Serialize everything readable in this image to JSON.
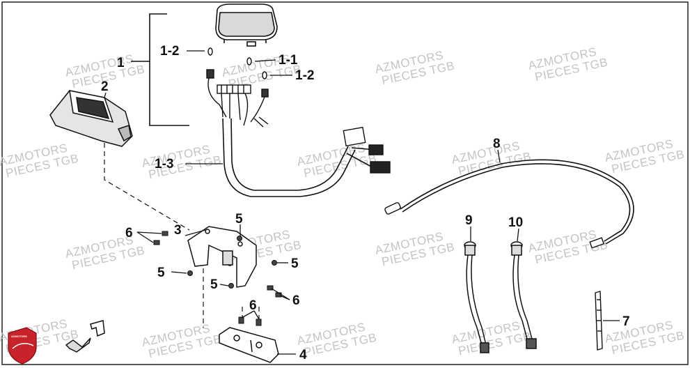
{
  "watermark": {
    "line1": "AZMOTORS",
    "line2": "PIECES TGB"
  },
  "logo": {
    "text": "AZMOTORS",
    "color": "#c8232b"
  },
  "callouts": {
    "c1": "1",
    "c1_1": "1-1",
    "c1_2a": "1-2",
    "c1_2b": "1-2",
    "c1_3": "1-3",
    "c2": "2",
    "c3": "3",
    "c4": "4",
    "c5a": "5",
    "c5b": "5",
    "c5c": "5",
    "c5d": "5",
    "c6a": "6",
    "c6b": "6",
    "c6c": "6",
    "c7": "7",
    "c8": "8",
    "c9": "9",
    "c10": "10"
  },
  "colors": {
    "line": "#111111",
    "watermark": "#c4c4c4",
    "border": "#222222"
  }
}
